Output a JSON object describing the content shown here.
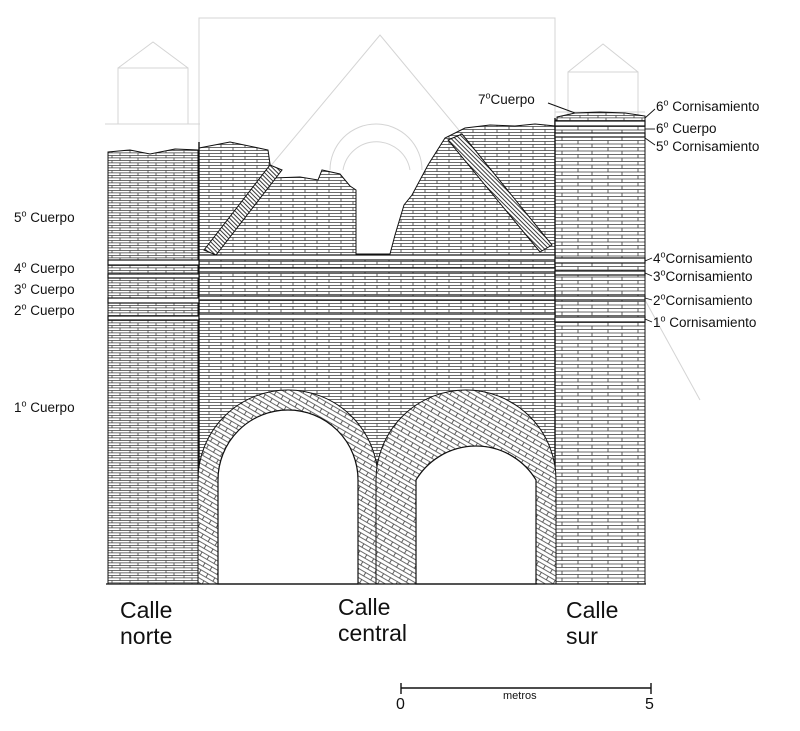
{
  "diagram": {
    "cuerpos_left": [
      {
        "num": "5",
        "sup": "o",
        "word": "Cuerpo"
      },
      {
        "num": "4",
        "sup": "o",
        "word": "Cuerpo"
      },
      {
        "num": "3",
        "sup": "o",
        "word": "Cuerpo"
      },
      {
        "num": "2",
        "sup": "o",
        "word": "Cuerpo"
      },
      {
        "num": "1",
        "sup": "o",
        "word": "Cuerpo"
      }
    ],
    "right_labels": [
      {
        "num": "7",
        "sup": "o",
        "word": "Cuerpo"
      },
      {
        "num": "6",
        "sup": "o",
        "word": "Cornisamiento"
      },
      {
        "num": "6",
        "sup": "o",
        "word": " Cuerpo"
      },
      {
        "num": "5",
        "sup": "o",
        "word": "Cornisamiento"
      },
      {
        "num": "4",
        "sup": "o",
        "word": "Cornisamiento"
      },
      {
        "num": "3",
        "sup": "o",
        "word": "Cornisamiento"
      },
      {
        "num": "2",
        "sup": "o",
        "word": "Cornisamiento"
      },
      {
        "num": "1",
        "sup": "o",
        "word": "Cornisamiento"
      }
    ],
    "calles": [
      {
        "line1": "Calle",
        "line2": "norte"
      },
      {
        "line1": "Calle",
        "line2": "central"
      },
      {
        "line1": "Calle",
        "line2": "sur"
      }
    ],
    "scale": {
      "start": "0",
      "end": "5",
      "unit": "metros"
    },
    "colors": {
      "ink": "#111111",
      "ghost": "#d4d4d4",
      "brick": "#3a3a3a"
    }
  }
}
